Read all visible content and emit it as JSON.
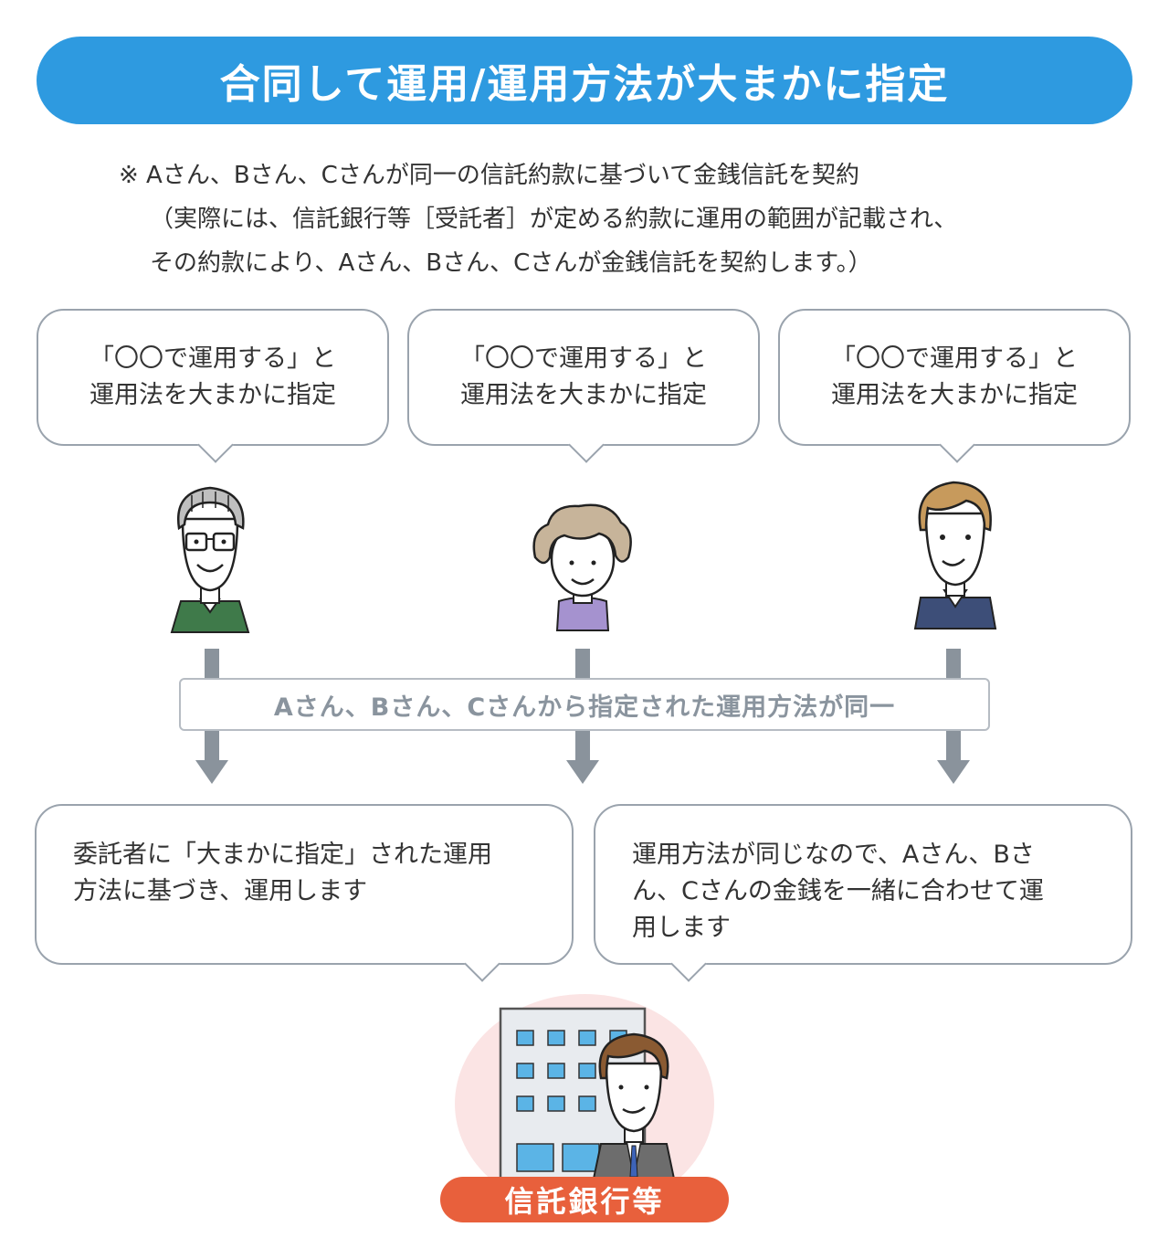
{
  "title": "合同して運用/運用方法が大まかに指定",
  "note": {
    "line1": "※  Aさん、Bさん、Cさんが同一の信託約款に基づいて金銭信託を契約",
    "line2": "（実際には、信託銀行等［受託者］が定める約款に運用の範囲が記載され、",
    "line3": "その約款により、Aさん、Bさん、Cさんが金銭信託を契約します。）"
  },
  "investor_bubbles": [
    {
      "line1": "「〇〇で運用する」と",
      "line2": "運用法を大まかに指定"
    },
    {
      "line1": "「〇〇で運用する」と",
      "line2": "運用法を大まかに指定"
    },
    {
      "line1": "「〇〇で運用する」と",
      "line2": "運用法を大まかに指定"
    }
  ],
  "common_label": "Aさん、Bさん、Cさんから指定された運用方法が同一",
  "bank_bubbles": [
    {
      "line1": "委託者に「大まかに指定」された運用",
      "line2": "方法に基づき、運用します"
    },
    {
      "line1": "運用方法が同じなので、Aさん、Bさ",
      "line2": "ん、Cさんの金銭を一緒に合わせて運",
      "line3": "用します"
    }
  ],
  "bank_label": "信託銀行等",
  "colors": {
    "title_bg": "#2e9ae0",
    "arrow": "#8a939c",
    "bank_label_bg": "#e8603c",
    "bank_circle": "#fbe4e4"
  }
}
